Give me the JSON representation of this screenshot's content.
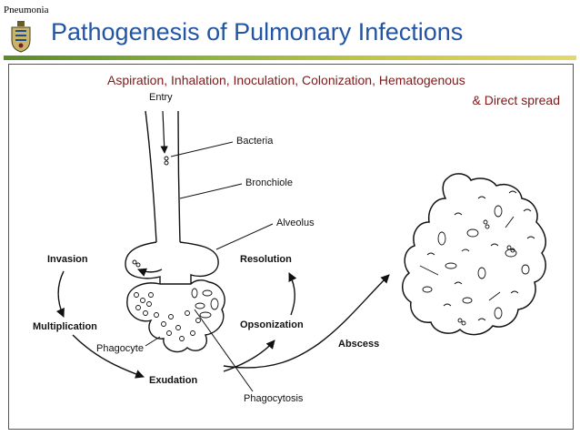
{
  "header": {
    "corner_label": "Pneumonia",
    "title": "Pathogenesis of Pulmonary Infections"
  },
  "subtitle": {
    "line1": "Aspiration, Inhalation, Inoculation, Colonization, Hematogenous",
    "line2": "& Direct spread"
  },
  "diagram": {
    "labels": {
      "entry": "Entry",
      "bacteria": "Bacteria",
      "bronchiole": "Bronchiole",
      "alveolus": "Alveolus",
      "invasion": "Invasion",
      "resolution": "Resolution",
      "multiplication": "Multiplication",
      "opsonization": "Opsonization",
      "phagocyte": "Phagocyte",
      "abscess": "Abscess",
      "exudation": "Exudation",
      "phagocytosis": "Phagocytosis"
    }
  },
  "colors": {
    "title": "#2255a3",
    "subtitle": "#7a1a1a",
    "rule_start": "#5a8a2b",
    "rule_end": "#e6d86a"
  }
}
